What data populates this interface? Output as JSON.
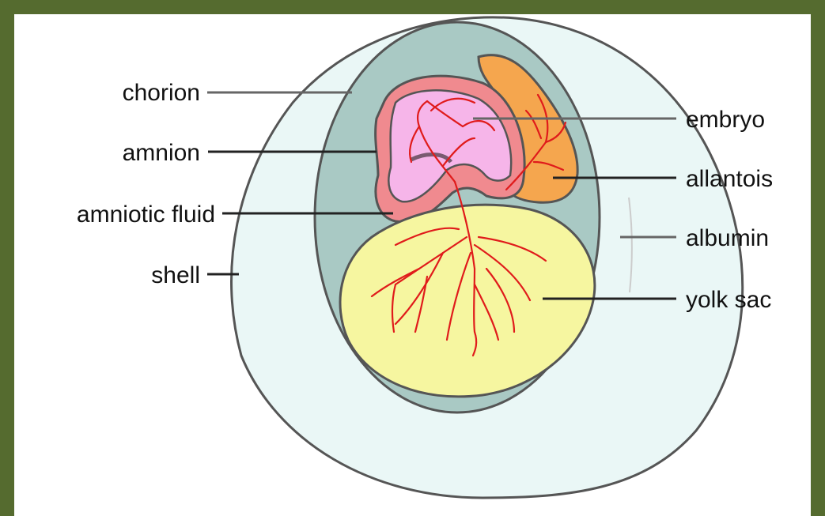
{
  "labels": {
    "chorion": "chorion",
    "amnion": "amnion",
    "amniotic_fluid": "amniotic fluid",
    "shell": "shell",
    "embryo": "embryo",
    "allantois": "allantois",
    "albumin": "albumin",
    "yolk_sac": "yolk sac"
  },
  "colors": {
    "frame_border": "#556b2f",
    "shell_fill": "#eaf7f6",
    "chorion_fill": "#a9c9c4",
    "amnion_fill": "#f08a8f",
    "embryo_fill": "#f6b5e9",
    "allantois_fill": "#f5a64e",
    "yolk_fill": "#f6f6a0",
    "vessel": "#e01b1b"
  }
}
